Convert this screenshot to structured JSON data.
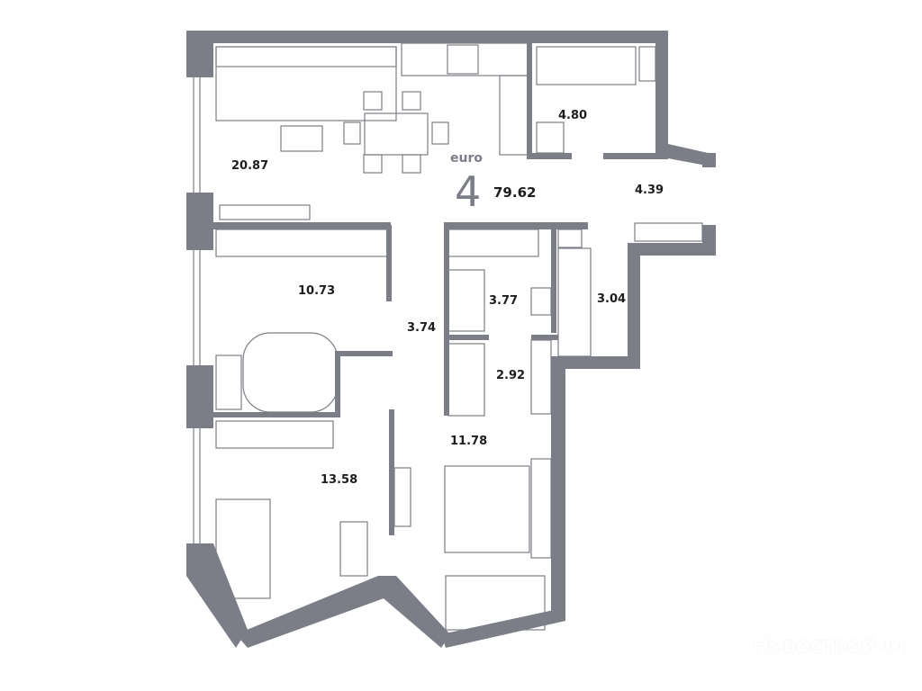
{
  "plan": {
    "class_label": "euro",
    "rooms_count": "4",
    "total_area": "79.62",
    "rooms": [
      {
        "id": "living-kitchen",
        "area": "20.87"
      },
      {
        "id": "bathroom-1",
        "area": "4.80"
      },
      {
        "id": "hall",
        "area": "4.39"
      },
      {
        "id": "bedroom-1",
        "area": "10.73"
      },
      {
        "id": "corridor",
        "area": "3.74"
      },
      {
        "id": "bathroom-2",
        "area": "3.77"
      },
      {
        "id": "wardrobe-1",
        "area": "3.04"
      },
      {
        "id": "wardrobe-2",
        "area": "2.92"
      },
      {
        "id": "bedroom-2",
        "area": "13.58"
      },
      {
        "id": "bedroom-3",
        "area": "11.78"
      }
    ],
    "wall_color": "#7b7e86"
  },
  "watermark": "Новострой-М"
}
